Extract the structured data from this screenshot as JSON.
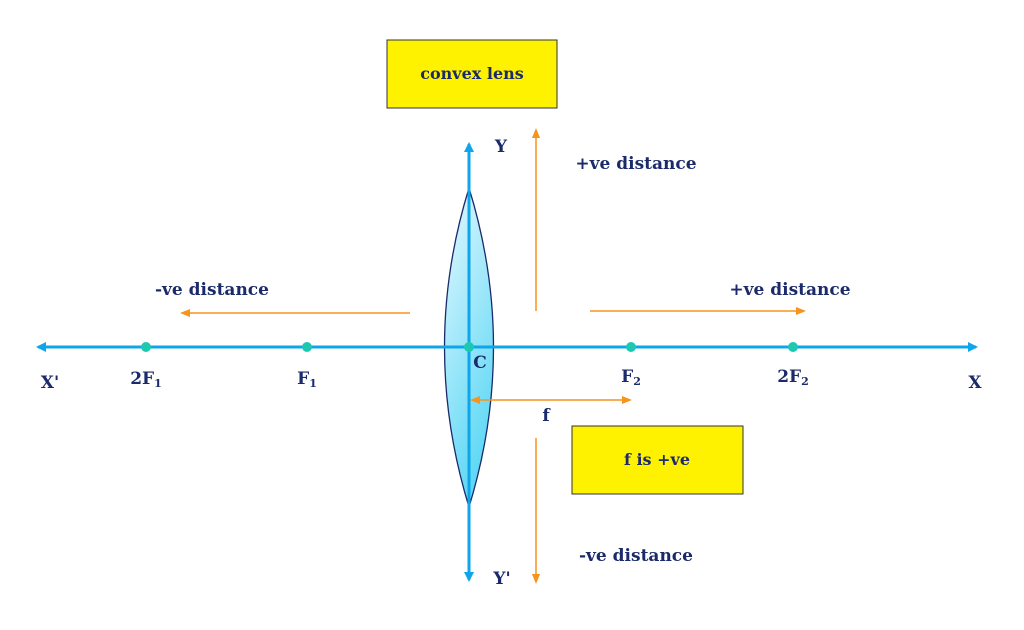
{
  "title_box": "convex lens",
  "focal_box": "f is +ve",
  "axis_labels": {
    "x_neg": "X'",
    "x_pos": "X",
    "y_pos": "Y",
    "y_neg": "Y'"
  },
  "points": [
    {
      "main": "2F",
      "sub": "1"
    },
    {
      "main": "F",
      "sub": "1"
    },
    {
      "main": "C",
      "sub": ""
    },
    {
      "main": "F",
      "sub": "2"
    },
    {
      "main": "2F",
      "sub": "2"
    }
  ],
  "focal_length_label": "f",
  "distance_labels": {
    "left": "-ve distance",
    "right": "+ve distance",
    "up": "+ve distance",
    "down": "-ve distance"
  },
  "colors": {
    "axis": "#0ea5ea",
    "arrow": "#f7941d",
    "point": "#1cc9b0",
    "box": "#fff200",
    "text": "#1b2a6b"
  }
}
